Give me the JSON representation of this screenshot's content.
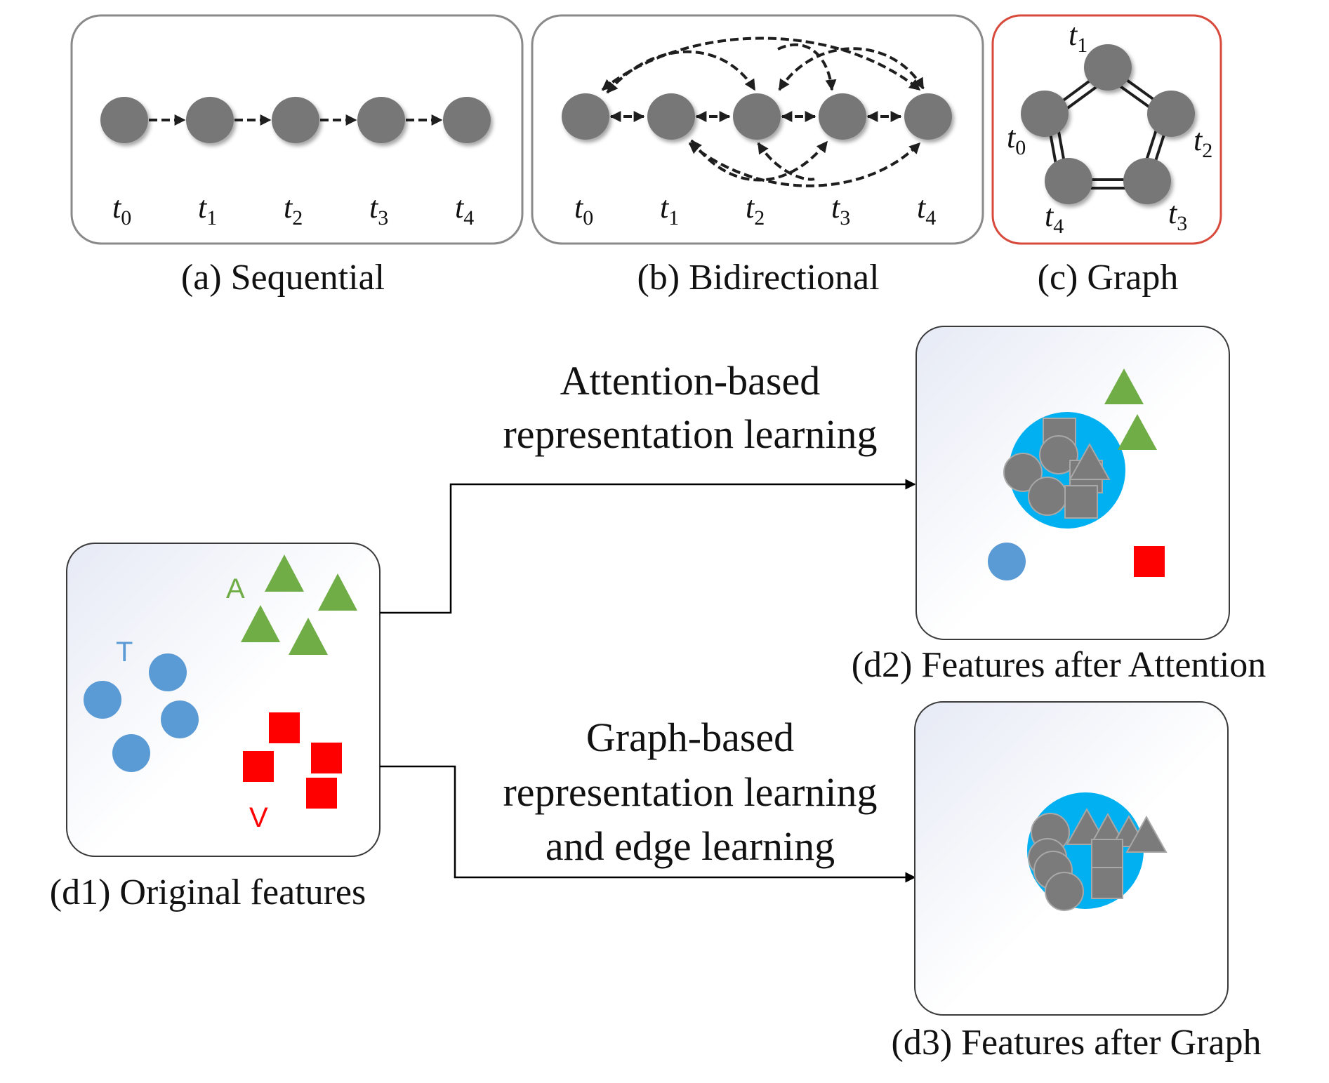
{
  "panels": {
    "a": {
      "caption": "(a) Sequential",
      "nodes": [
        "t0",
        "t1",
        "t2",
        "t3",
        "t4"
      ]
    },
    "b": {
      "caption": "(b) Bidirectional",
      "nodes": [
        "t0",
        "t1",
        "t2",
        "t3",
        "t4"
      ]
    },
    "c": {
      "caption": "(c) Graph",
      "nodes": [
        "t1",
        "t2",
        "t3",
        "t4",
        "t0"
      ]
    }
  },
  "features": {
    "d1": {
      "caption": "(d1) Original features",
      "label_T": "T",
      "label_A": "A",
      "label_V": "V"
    },
    "d2": {
      "caption": "(d2) Features after Attention"
    },
    "d3": {
      "caption": "(d3) Features after Graph"
    }
  },
  "flows": {
    "attention": [
      "Attention-based",
      "representation learning"
    ],
    "graph": [
      "Graph-based",
      "representation learning",
      "and edge learning"
    ]
  },
  "colors": {
    "text_modality": "#5b9bd5",
    "audio_modality": "#70ad47",
    "visual_modality": "#ff0000",
    "cluster": "#00b0f0",
    "node": "#777777",
    "graph_frame": "#d84a3c"
  }
}
